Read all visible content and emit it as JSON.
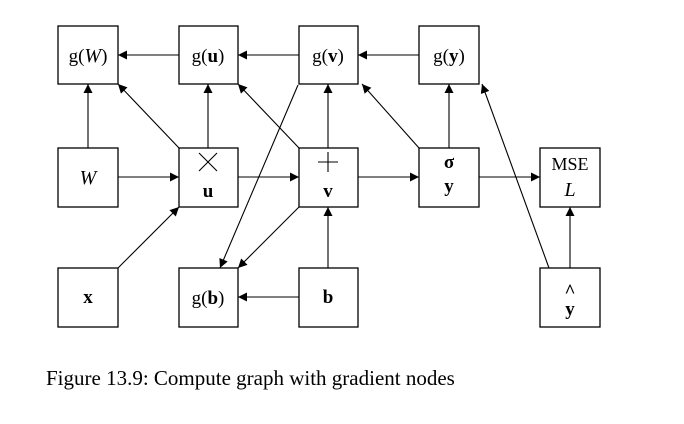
{
  "caption": "Figure 13.9: Compute graph with gradient nodes",
  "nodes": {
    "gW": {
      "func": "g(",
      "arg": "W",
      "close": ")"
    },
    "gu": {
      "func": "g(",
      "arg": "u",
      "close": ")"
    },
    "gv": {
      "func": "g(",
      "arg": "v",
      "close": ")"
    },
    "gy": {
      "func": "g(",
      "arg": "y",
      "close": ")"
    },
    "W": {
      "label": "W"
    },
    "mul": {
      "op": "×",
      "label": "u"
    },
    "add": {
      "op": "+",
      "label": "v"
    },
    "sig": {
      "op": "σ",
      "label": "y"
    },
    "mse": {
      "line1": "MSE",
      "line2": "L"
    },
    "x": {
      "label": "x"
    },
    "gb": {
      "func": "g(",
      "arg": "b",
      "close": ")"
    },
    "b": {
      "label": "b"
    },
    "yhat": {
      "label": "y",
      "accent": "^"
    }
  }
}
